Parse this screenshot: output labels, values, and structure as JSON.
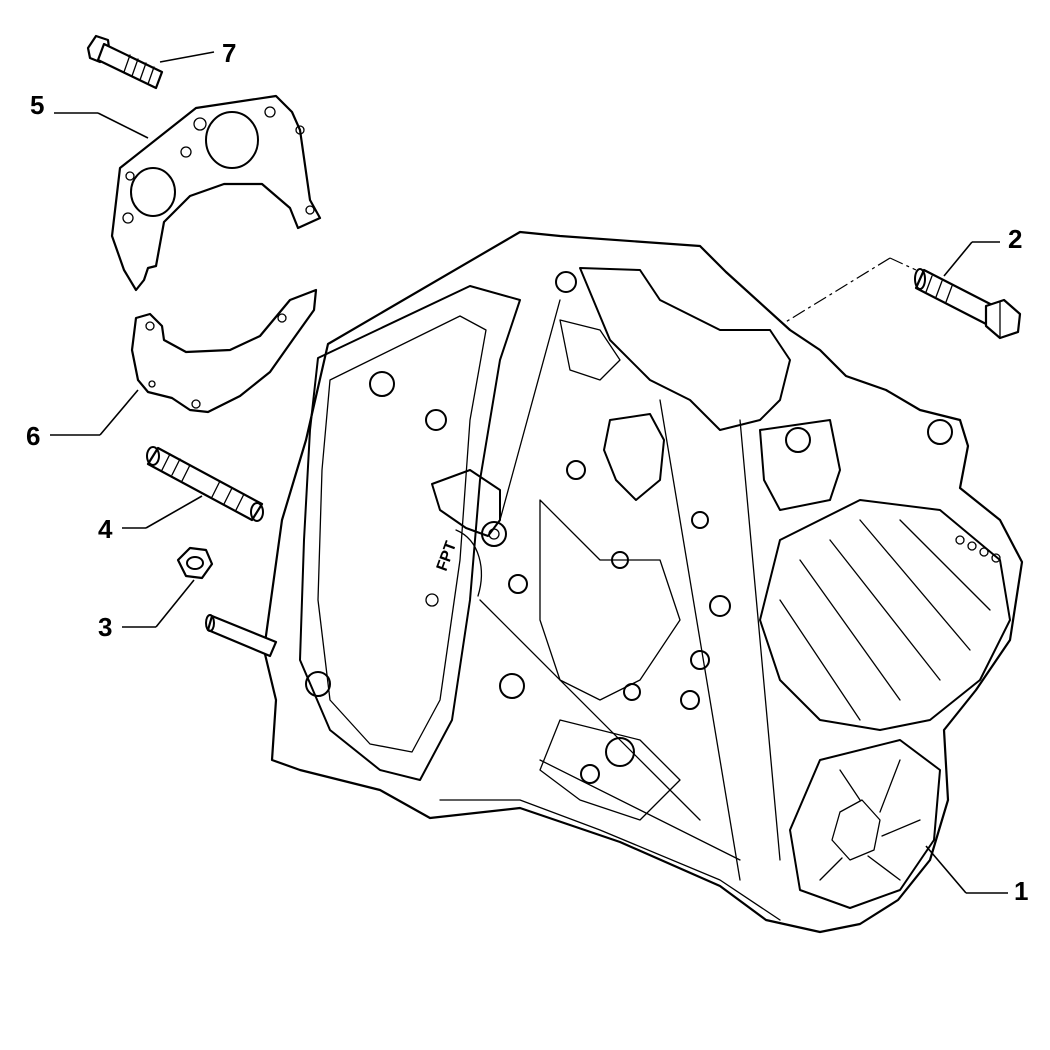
{
  "callouts": [
    {
      "id": "1",
      "label": "1"
    },
    {
      "id": "2",
      "label": "2"
    },
    {
      "id": "3",
      "label": "3"
    },
    {
      "id": "4",
      "label": "4"
    },
    {
      "id": "5",
      "label": "5"
    },
    {
      "id": "6",
      "label": "6"
    },
    {
      "id": "7",
      "label": "7"
    }
  ],
  "logo_text": "FPT"
}
